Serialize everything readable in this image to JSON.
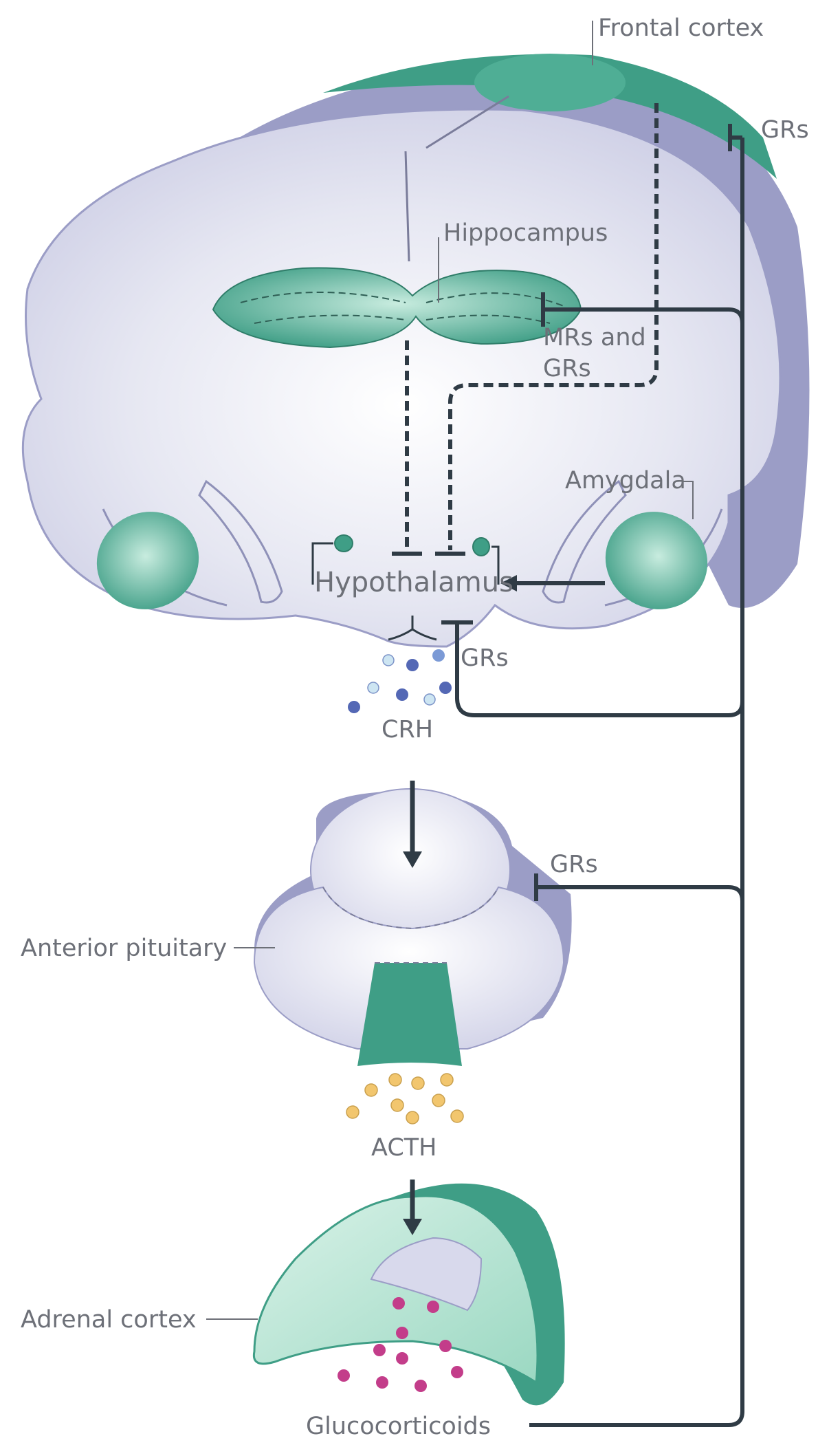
{
  "labels": {
    "frontal_cortex": "Frontal cortex",
    "grs_top": "GRs",
    "hippocampus": "Hippocampus",
    "mrs_and_line1": "MRs and",
    "mrs_and_line2": "GRs",
    "amygdala": "Amygdala",
    "hypothalamus": "Hypothalamus",
    "grs_hypothalamus": "GRs",
    "crh": "CRH",
    "grs_pituitary": "GRs",
    "anterior_pituitary": "Anterior pituitary",
    "acth": "ACTH",
    "adrenal_cortex": "Adrenal cortex",
    "glucocorticoids": "Glucocorticoids"
  },
  "colors": {
    "brain_fill": "#dcdded",
    "brain_outer": "#9b9dc6",
    "green": "#3f9e86",
    "green_light": "#a6dccb",
    "line": "#2f3b45",
    "text": "#6d7078",
    "crh_dot_dark": "#5468b5",
    "crh_dot_light": "#cde5f2",
    "acth_dot": "#f2c66e",
    "gluco_dot": "#c33d8a"
  }
}
